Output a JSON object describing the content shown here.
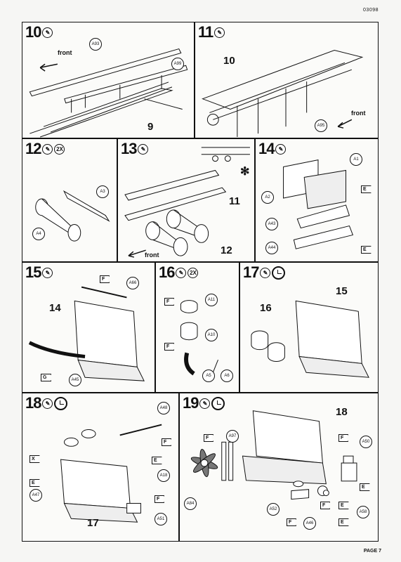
{
  "doc_code": "03098",
  "page": "PAGE 7",
  "steps": {
    "s10": {
      "num": "10",
      "front": "front",
      "part9": "9",
      "tags": [
        "A93",
        "A99"
      ]
    },
    "s11": {
      "num": "11",
      "part10": "10",
      "front": "front",
      "tags": [
        "A95"
      ]
    },
    "s12": {
      "num": "12",
      "qty": "2X",
      "tags": [
        "A3",
        "A4"
      ]
    },
    "s13": {
      "num": "13",
      "part11": "11",
      "part12": "12",
      "front": "front"
    },
    "s14": {
      "num": "14",
      "tags": [
        "A1",
        "A2",
        "A43",
        "A44"
      ],
      "flags": [
        "E",
        "E"
      ]
    },
    "s15": {
      "num": "15",
      "part14": "14",
      "tags": [
        "A66",
        "A45"
      ],
      "flags": [
        "F",
        "G"
      ]
    },
    "s16": {
      "num": "16",
      "qty": "2X",
      "tags": [
        "A11",
        "A10",
        "A5",
        "A6"
      ],
      "flags": [
        "F",
        "F"
      ]
    },
    "s17": {
      "num": "17",
      "part15": "15",
      "part16": "16"
    },
    "s18": {
      "num": "18",
      "part17": "17",
      "tags": [
        "A48",
        "A18",
        "A47",
        "A51"
      ],
      "flags": [
        "F",
        "E",
        "X",
        "E",
        "F"
      ]
    },
    "s19": {
      "num": "19",
      "part18": "18",
      "tags": [
        "A97",
        "A50",
        "A84",
        "A52",
        "A46",
        "A58"
      ],
      "flags": [
        "F",
        "F",
        "E",
        "F",
        "E",
        "F",
        "E"
      ]
    }
  }
}
